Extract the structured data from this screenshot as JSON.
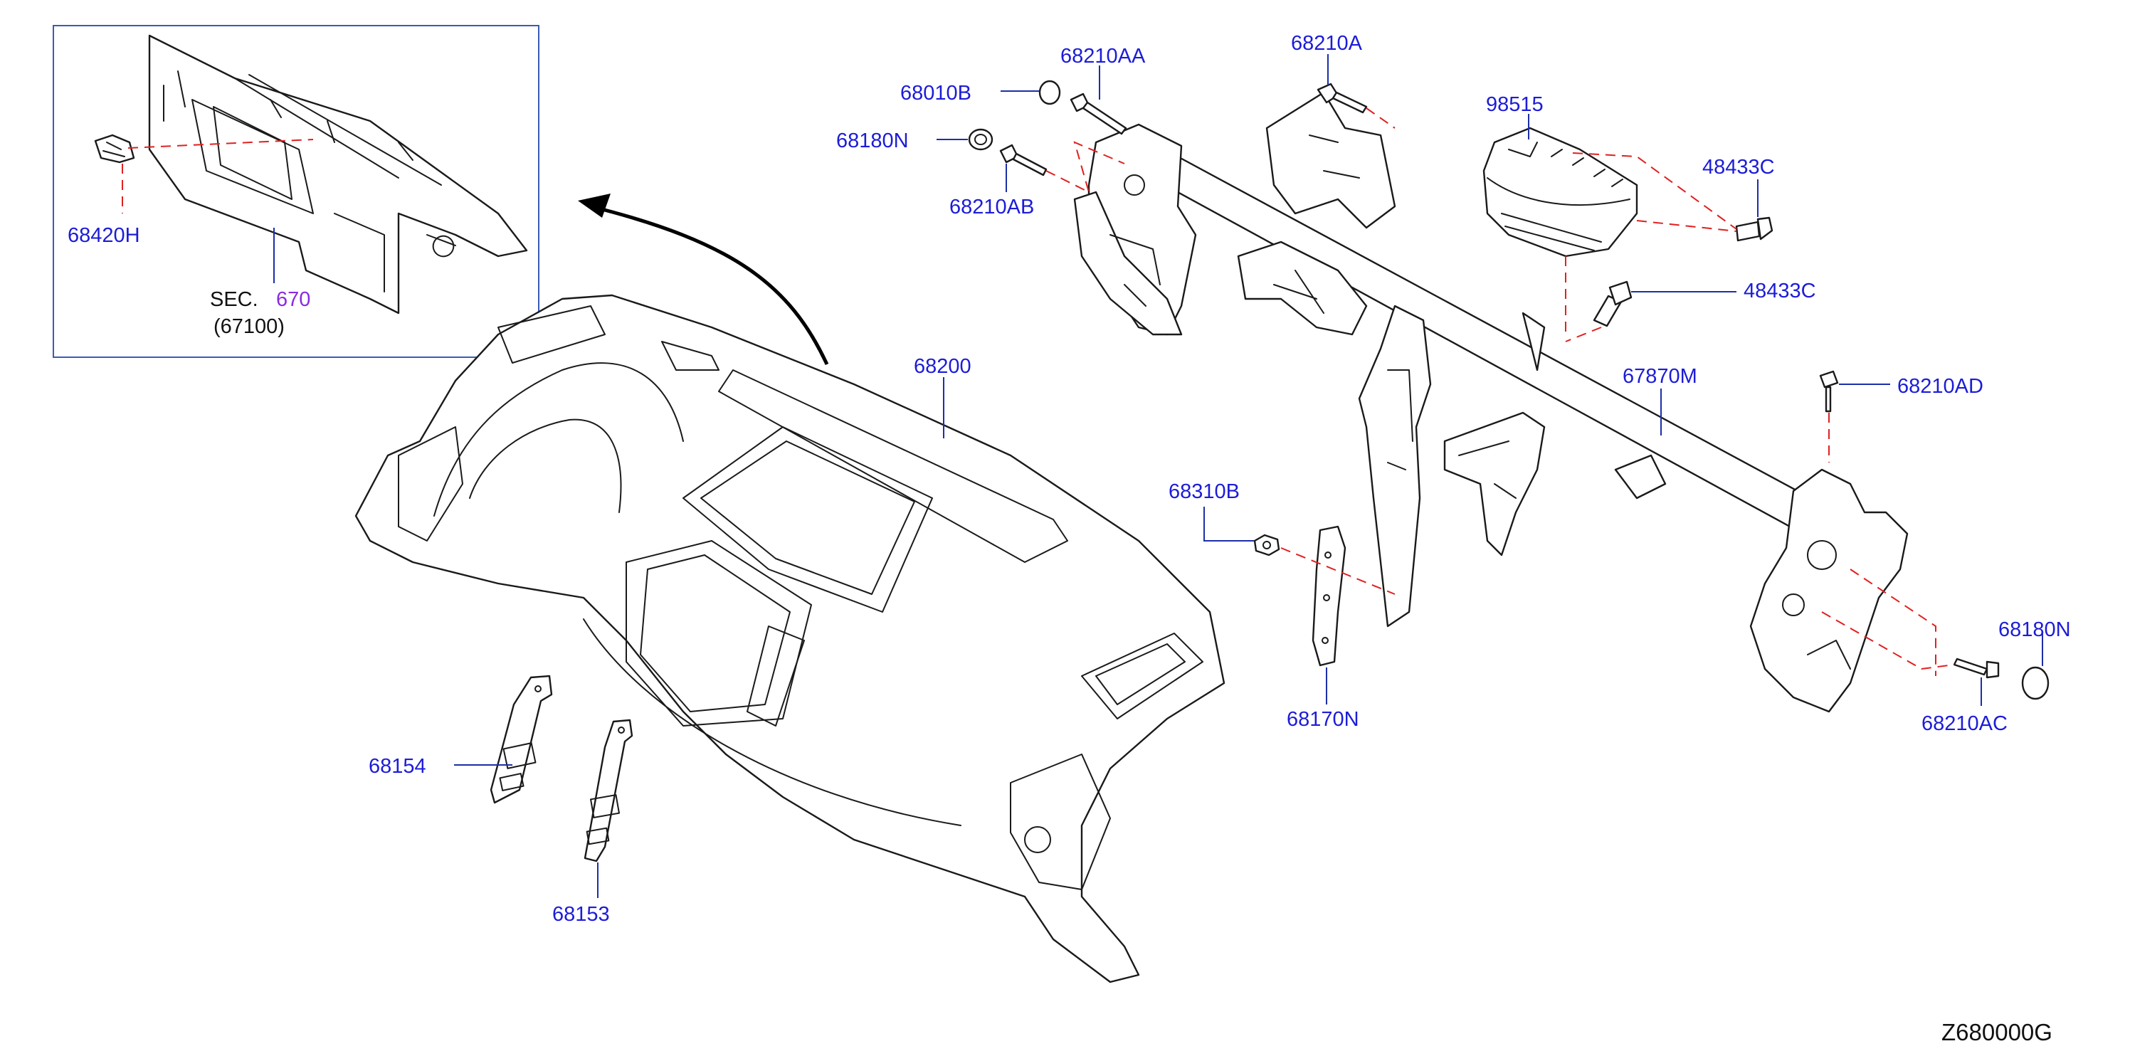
{
  "diagram_code": "Z680000G",
  "inset": {
    "sec_prefix": "SEC.",
    "sec_number": "670",
    "sec_ref": "(67100)"
  },
  "part_numbers": {
    "p68420H": "68420H",
    "p68010B": "68010B",
    "p68210AA": "68210AA",
    "p68180N_top": "68180N",
    "p68210AB": "68210AB",
    "p68210A": "68210A",
    "p98515": "98515",
    "p48433C_top": "48433C",
    "p48433C_mid": "48433C",
    "p68200": "68200",
    "p67870M": "67870M",
    "p68210AD": "68210AD",
    "p68310B": "68310B",
    "p68170N": "68170N",
    "p68180N_right": "68180N",
    "p68210AC": "68210AC",
    "p68154": "68154",
    "p68153": "68153"
  },
  "colors": {
    "label": "#1c1cd8",
    "leader": "#1c2fa8",
    "dashed_guide": "#e02020",
    "section_number": "#8a2be2",
    "line_art": "#1a1a1a"
  }
}
